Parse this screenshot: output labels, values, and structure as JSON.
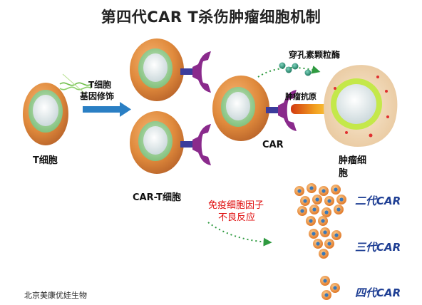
{
  "title": "第四代CAR T杀伤肿瘤细胞机制",
  "labels": {
    "t_cell": "T细胞",
    "modify_line1": "T细胞",
    "modify_line2": "基因修饰",
    "car_t_cell": "CAR-T细胞",
    "perforin": "穿孔素颗粒酶",
    "tumor_antigen": "肿瘤抗原",
    "car": "CAR",
    "tumor_cell_line1": "肿瘤细",
    "tumor_cell_line2": "胞",
    "cytokine_line1": "免疫细胞因子",
    "cytokine_line2": "不良反应",
    "gen2": "二代CAR",
    "gen3": "三代CAR",
    "gen4": "四代CAR",
    "credit": "北京美康优娃生物"
  },
  "generations": [
    {
      "label_key": "gen2",
      "particles": 14
    },
    {
      "label_key": "gen3",
      "particles": 6
    },
    {
      "label_key": "gen4",
      "particles": 3
    }
  ],
  "colors": {
    "cell_outer": "#e08a3c",
    "cell_ring": "#8fc98a",
    "nucleus": "#dde8ea",
    "receptor_stem": "#3c3c9c",
    "receptor_cup": "#8a2a8c",
    "arrow_blue": "#2a7fc4",
    "dotted_green": "#2f9a40",
    "granule": "#2e8f78",
    "tumor_body": "#f3ddc0",
    "tumor_ring": "#c4e84a",
    "antigen": "#f2b230",
    "red_text": "#e01010",
    "gen_text": "#1f3f94"
  }
}
